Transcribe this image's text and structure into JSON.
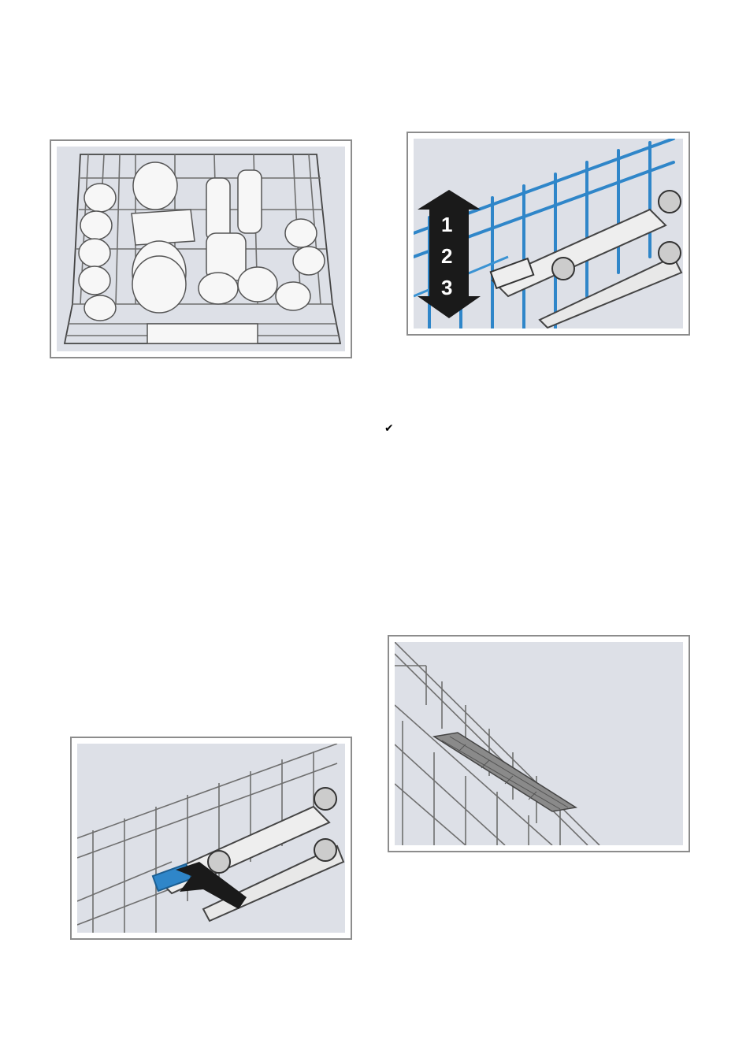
{
  "figures": {
    "upper_basket_loaded": {
      "icon": "dish-basket-illustration"
    },
    "height_adjust_levels": {
      "icon": "rack-height-adjust-illustration",
      "levels": [
        "1",
        "2",
        "3"
      ]
    },
    "release_lever_press": {
      "icon": "rack-release-lever-illustration"
    },
    "folding_rack": {
      "icon": "folding-rack-illustration"
    }
  },
  "checkmark": {
    "glyph": "✔"
  },
  "colors": {
    "panel_bg": "#dde0e7",
    "frame": "#8c8c8c",
    "accent_blue": "#2f86c9"
  }
}
